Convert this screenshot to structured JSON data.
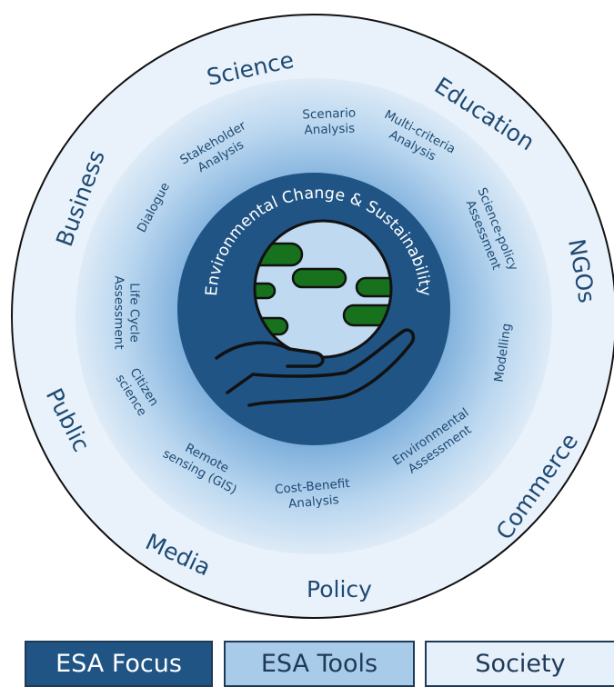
{
  "center": {
    "title": "Environmental Change & Sustainability"
  },
  "society": [
    {
      "id": "science",
      "label": "Science"
    },
    {
      "id": "education",
      "label": "Education"
    },
    {
      "id": "ngos",
      "label": "NGOs"
    },
    {
      "id": "commerce",
      "label": "Commerce"
    },
    {
      "id": "policy",
      "label": "Policy"
    },
    {
      "id": "media",
      "label": "Media"
    },
    {
      "id": "public",
      "label": "Public"
    },
    {
      "id": "business",
      "label": "Business"
    }
  ],
  "tools": [
    {
      "id": "scenario",
      "lines": [
        "Scenario",
        "Analysis"
      ]
    },
    {
      "id": "multicriteria",
      "lines": [
        "Multi-criteria",
        "Analysis"
      ]
    },
    {
      "id": "sciencepolicy",
      "lines": [
        "Science-policy",
        "Assessment"
      ]
    },
    {
      "id": "modelling",
      "lines": [
        "Modelling"
      ]
    },
    {
      "id": "envassess",
      "lines": [
        "Environmental",
        "Assessment"
      ]
    },
    {
      "id": "costbenefit",
      "lines": [
        "Cost-Benefit",
        "Analysis"
      ]
    },
    {
      "id": "remote",
      "lines": [
        "Remote",
        "sensing (GIS)"
      ]
    },
    {
      "id": "citizen",
      "lines": [
        "Citizen",
        "science"
      ]
    },
    {
      "id": "lifecycle",
      "lines": [
        "Life Cycle",
        "Assessment"
      ]
    },
    {
      "id": "dialogue",
      "lines": [
        "Dialogue"
      ]
    },
    {
      "id": "stakeholder",
      "lines": [
        "Stakeholder",
        "Analysis"
      ]
    }
  ],
  "legend": [
    {
      "id": "focus",
      "label": "ESA Focus",
      "bg": "#1f5485",
      "fg": "#ffffff"
    },
    {
      "id": "tools",
      "label": "ESA Tools",
      "bg": "#a9cbea",
      "fg": "#1e3a57"
    },
    {
      "id": "society",
      "label": "Society",
      "bg": "#e6f0fa",
      "fg": "#1e3a57"
    }
  ],
  "colors": {
    "outer_fill": "#e9f2fb",
    "middle_fill": "#b8d5ef",
    "center_fill": "#1f5485",
    "text_dark": "#1e4a73",
    "globe_light": "#bfd9f0",
    "globe_green": "#17711d",
    "outline": "#111111"
  }
}
